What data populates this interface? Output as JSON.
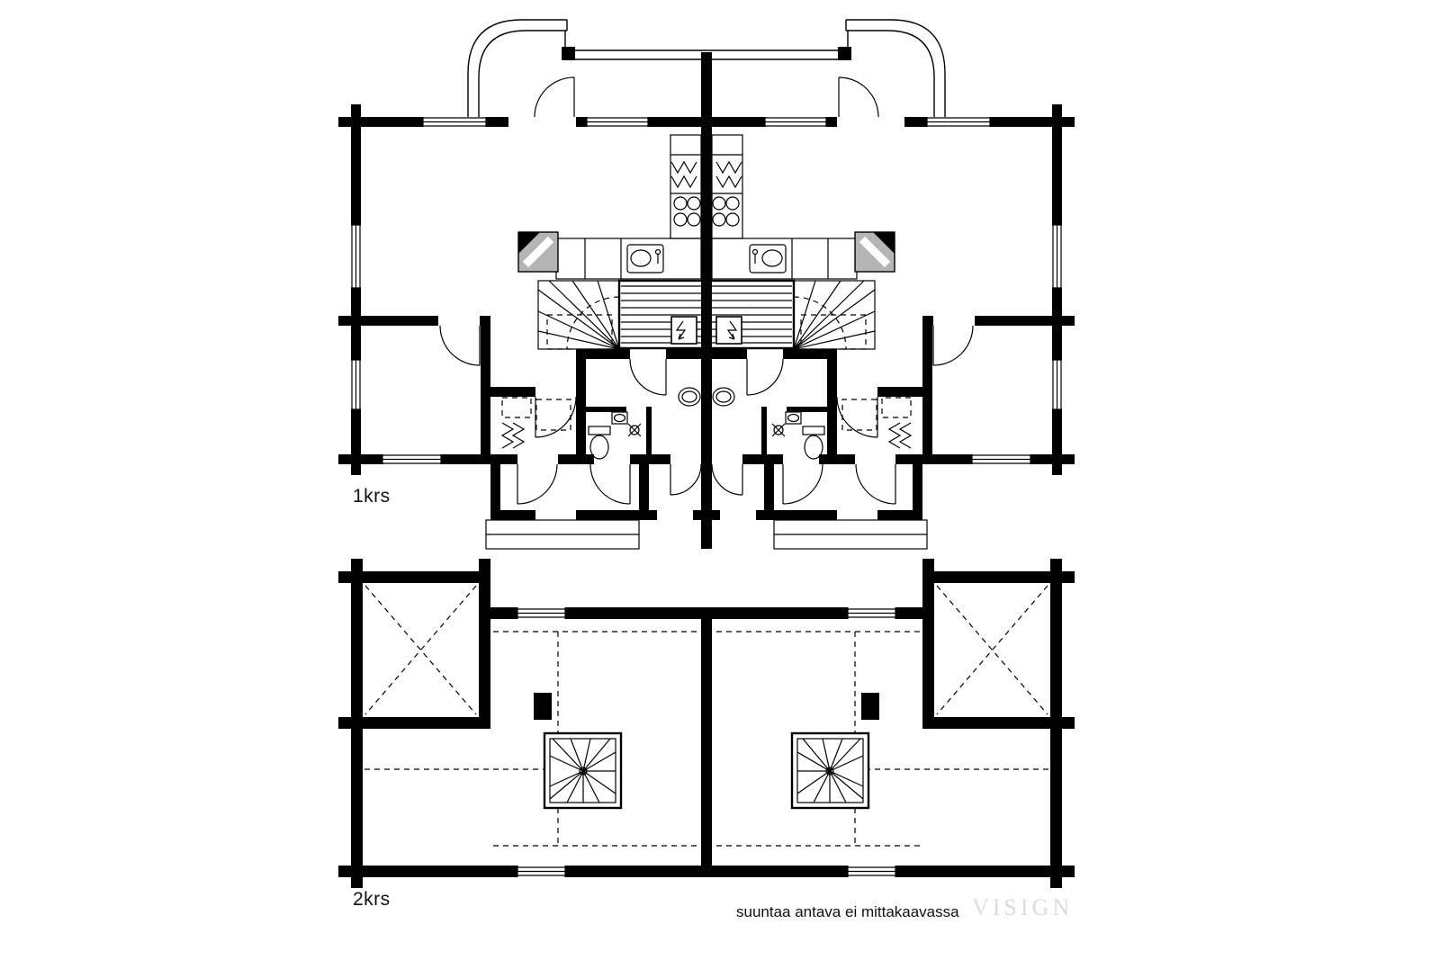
{
  "page": {
    "background": "#ffffff",
    "ink": "#000000",
    "fireplace_gray": "#b5b5b5",
    "watermark_color": "#dcdcdc"
  },
  "labels": {
    "floor1": "1krs",
    "floor2": "2krs",
    "disclaimer": "suuntaa antava ei mittakaavassa",
    "watermark": "VISIGN"
  }
}
